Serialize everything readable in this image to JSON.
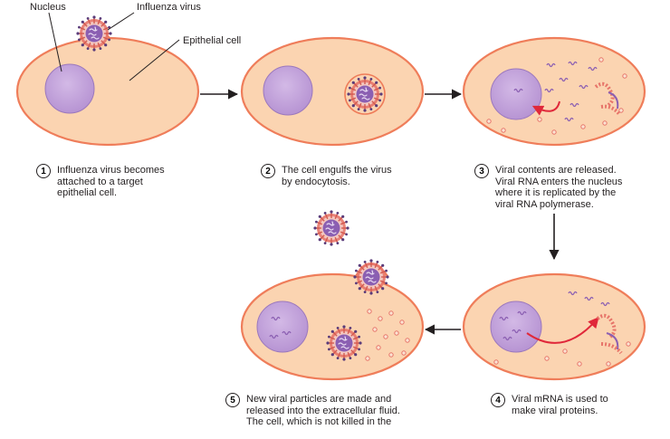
{
  "labels": {
    "nucleus": "Nucleus",
    "virus": "Influenza virus",
    "cell": "Epithelial cell"
  },
  "steps": [
    {
      "number": "1",
      "caption": "Influenza virus becomes\nattached to a target\nepithelial cell."
    },
    {
      "number": "2",
      "caption": "The cell engulfs the virus\nby endocytosis."
    },
    {
      "number": "3",
      "caption": "Viral contents are released.\nViral RNA enters the nucleus\nwhere it is replicated by the\nviral RNA polymerase."
    },
    {
      "number": "4",
      "caption": "Viral mRNA is used to\nmake viral proteins."
    },
    {
      "number": "5",
      "caption": "New viral particles are made and\nreleased into the extracellular fluid.\nThe cell, which is not killed in the"
    }
  ],
  "colors": {
    "cell_fill": "#fbd4b1",
    "cell_stroke": "#ef7d5a",
    "nucleus_fill": "#c6a7dc",
    "nucleus_stroke": "#9b78bd",
    "virus_core": "#8b5fb2",
    "virus_spike": "#e7756a",
    "rna_arrow": "#e0283a"
  }
}
